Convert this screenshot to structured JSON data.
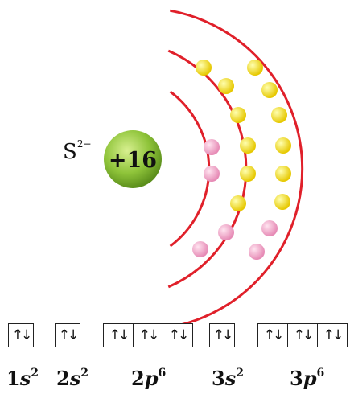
{
  "ion": {
    "symbol": "S",
    "charge": "2−",
    "nuclear_charge": "+16"
  },
  "colors": {
    "shell": "#e0202a",
    "nucleus": "#8fc43a",
    "electron_pink": "#f2a8cc",
    "electron_yellow": "#f7e600"
  },
  "shells": [
    {
      "electrons": 2,
      "color": "pink"
    },
    {
      "electrons": 8,
      "color": "mixed"
    },
    {
      "electrons": 8,
      "color": "mixed"
    }
  ],
  "orbital_arrow_pair": "↑↓",
  "configuration": [
    {
      "level": "1",
      "letter": "s",
      "count": "2",
      "boxes": 1
    },
    {
      "level": "2",
      "letter": "s",
      "count": "2",
      "boxes": 1
    },
    {
      "level": "2",
      "letter": "p",
      "count": "6",
      "boxes": 3
    },
    {
      "level": "3",
      "letter": "s",
      "count": "2",
      "boxes": 1
    },
    {
      "level": "3",
      "letter": "p",
      "count": "6",
      "boxes": 3
    }
  ]
}
